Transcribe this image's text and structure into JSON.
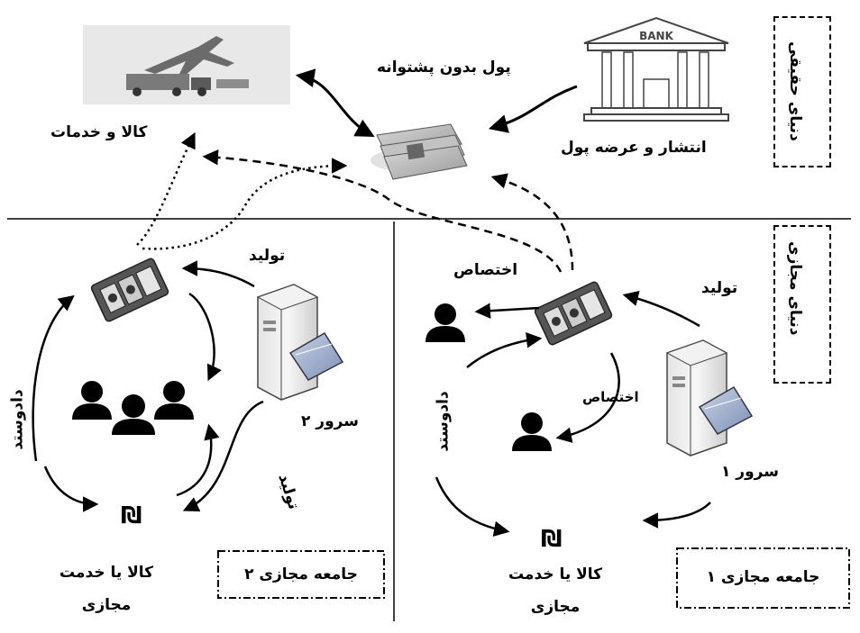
{
  "real_world": {
    "title": "دنیای حقیقی",
    "goods_services_label": "کالا و خدمات",
    "fiat_money_label": "پول بدون پشتوانه",
    "bank_sign": "BANK",
    "issuance_label": "انتشار و عرضه پول"
  },
  "virtual_world": {
    "title": "دنیای مجازی"
  },
  "community1": {
    "title": "جامعه مجازی ۱",
    "server_label": "سرور ۱",
    "production_label": "تولید",
    "allocation_top_label": "اختصاص",
    "allocation_mid_label": "اختصاص",
    "exchange_label": "دادوستد",
    "goods_label_line1": "کالا یا خدمت",
    "goods_label_line2": "مجازی",
    "currency_symbol": "₪"
  },
  "community2": {
    "title": "جامعه مجازی ۲",
    "server_label": "سرور ۲",
    "production_top_label": "تولید",
    "production_bottom_label": "تولید",
    "exchange_label": "دادوستد",
    "goods_label_line1": "کالا یا خدمت",
    "goods_label_line2": "مجازی",
    "currency_symbol": "₪"
  }
}
